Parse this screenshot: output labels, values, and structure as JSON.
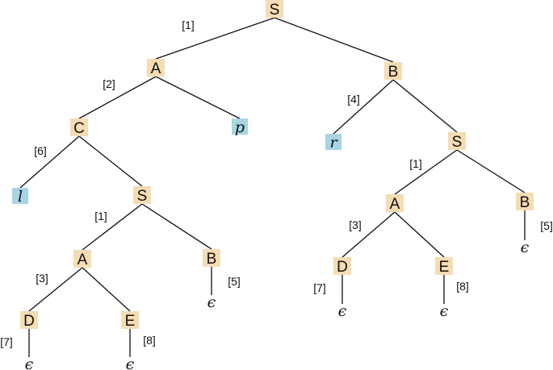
{
  "colors": {
    "nonterminal_bg": "#f5dcb3",
    "terminal_bg": "#a9d4e4",
    "line": "#111111"
  },
  "tree": {
    "nodes": [
      {
        "id": "n1",
        "label": "S",
        "kind": "nonterminal"
      },
      {
        "id": "n2",
        "label": "A",
        "kind": "nonterminal"
      },
      {
        "id": "n3",
        "label": "B",
        "kind": "nonterminal"
      },
      {
        "id": "n4",
        "label": "C",
        "kind": "nonterminal"
      },
      {
        "id": "n5",
        "label": "p",
        "kind": "terminal"
      },
      {
        "id": "n6",
        "label": "r",
        "kind": "terminal"
      },
      {
        "id": "n7",
        "label": "S",
        "kind": "nonterminal"
      },
      {
        "id": "n8",
        "label": "l",
        "kind": "terminal"
      },
      {
        "id": "n9",
        "label": "S",
        "kind": "nonterminal"
      },
      {
        "id": "n10",
        "label": "A",
        "kind": "nonterminal"
      },
      {
        "id": "n11",
        "label": "B",
        "kind": "nonterminal"
      },
      {
        "id": "n12",
        "label": "A",
        "kind": "nonterminal"
      },
      {
        "id": "n13",
        "label": "B",
        "kind": "nonterminal"
      },
      {
        "id": "n14",
        "label": "D",
        "kind": "nonterminal"
      },
      {
        "id": "n15",
        "label": "E",
        "kind": "nonterminal"
      },
      {
        "id": "n16",
        "label": "ϵ",
        "kind": "epsilon"
      },
      {
        "id": "n17",
        "label": "D",
        "kind": "nonterminal"
      },
      {
        "id": "n18",
        "label": "E",
        "kind": "nonterminal"
      },
      {
        "id": "n19",
        "label": "ϵ",
        "kind": "epsilon"
      },
      {
        "id": "n20",
        "label": "ϵ",
        "kind": "epsilon"
      },
      {
        "id": "n21",
        "label": "ϵ",
        "kind": "epsilon"
      },
      {
        "id": "n22",
        "label": "ϵ",
        "kind": "epsilon"
      },
      {
        "id": "n23",
        "label": "ϵ",
        "kind": "epsilon"
      }
    ],
    "edges": [
      {
        "from": "n1",
        "to": "n2"
      },
      {
        "from": "n1",
        "to": "n3"
      },
      {
        "from": "n2",
        "to": "n4"
      },
      {
        "from": "n2",
        "to": "n5"
      },
      {
        "from": "n3",
        "to": "n6"
      },
      {
        "from": "n3",
        "to": "n7"
      },
      {
        "from": "n4",
        "to": "n8"
      },
      {
        "from": "n4",
        "to": "n9"
      },
      {
        "from": "n7",
        "to": "n10"
      },
      {
        "from": "n7",
        "to": "n11"
      },
      {
        "from": "n9",
        "to": "n12"
      },
      {
        "from": "n9",
        "to": "n13"
      },
      {
        "from": "n10",
        "to": "n14"
      },
      {
        "from": "n10",
        "to": "n15"
      },
      {
        "from": "n11",
        "to": "n16"
      },
      {
        "from": "n12",
        "to": "n17"
      },
      {
        "from": "n12",
        "to": "n18"
      },
      {
        "from": "n13",
        "to": "n19"
      },
      {
        "from": "n14",
        "to": "n20"
      },
      {
        "from": "n15",
        "to": "n21"
      },
      {
        "from": "n17",
        "to": "n22"
      },
      {
        "from": "n18",
        "to": "n23"
      }
    ],
    "rule_labels": [
      {
        "node": "n1",
        "side": "left",
        "text": "[1]"
      },
      {
        "node": "n2",
        "side": "left",
        "text": "[2]"
      },
      {
        "node": "n3",
        "side": "left",
        "text": "[4]"
      },
      {
        "node": "n4",
        "side": "left",
        "text": "[6]"
      },
      {
        "node": "n7",
        "side": "left",
        "text": "[1]"
      },
      {
        "node": "n9",
        "side": "left",
        "text": "[1]"
      },
      {
        "node": "n10",
        "side": "left",
        "text": "[3]"
      },
      {
        "node": "n11",
        "side": "right",
        "text": "[5]"
      },
      {
        "node": "n12",
        "side": "left",
        "text": "[3]"
      },
      {
        "node": "n13",
        "side": "right",
        "text": "[5]"
      },
      {
        "node": "n14",
        "side": "left",
        "text": "[7]"
      },
      {
        "node": "n15",
        "side": "right",
        "text": "[8]"
      },
      {
        "node": "n17",
        "side": "left",
        "text": "[7]"
      },
      {
        "node": "n18",
        "side": "right",
        "text": "[8]"
      }
    ]
  }
}
